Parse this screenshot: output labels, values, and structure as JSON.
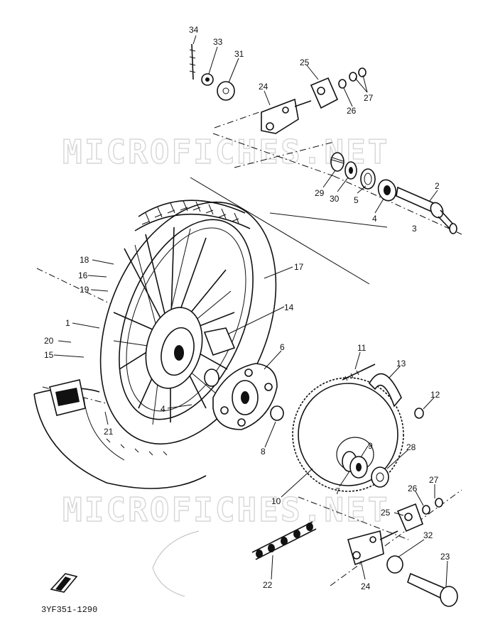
{
  "diagram": {
    "watermark": "MICROFICHES.NET",
    "drawing_code": "3YF351-1290",
    "callouts": [
      "34",
      "33",
      "31",
      "25",
      "24",
      "26",
      "27",
      "29",
      "30",
      "5",
      "4",
      "2",
      "3",
      "18",
      "16",
      "19",
      "17",
      "14",
      "1",
      "20",
      "15",
      "6",
      "21",
      "4",
      "11",
      "13",
      "12",
      "9",
      "28",
      "8",
      "10",
      "7",
      "27",
      "26",
      "25",
      "32",
      "22",
      "24",
      "23"
    ]
  }
}
